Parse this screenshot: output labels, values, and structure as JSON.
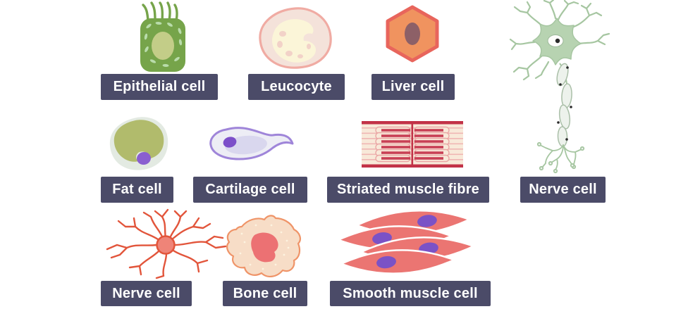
{
  "diagram": {
    "background": "#ffffff",
    "label_style": {
      "background": "#4b4b68",
      "text_color": "#ffffff"
    },
    "cells": [
      {
        "name": "epithelial-cell",
        "label": "Epithelial cell",
        "colors": {
          "body": "#76a44a",
          "nucleus": "#c3cd88",
          "spots": "#b9dcab"
        }
      },
      {
        "name": "leucocyte",
        "label": "Leucocyte",
        "colors": {
          "outline": "#f0aba3",
          "body": "#f4e2da",
          "nucleus": "#fbf5d8",
          "spots": "#f2d2c8"
        }
      },
      {
        "name": "liver-cell",
        "label": "Liver cell",
        "colors": {
          "outline": "#e8655c",
          "body": "#f0935f",
          "nucleus": "#8d6067"
        }
      },
      {
        "name": "nerve-cell-neuron",
        "label": "Nerve cell",
        "colors": {
          "branches": "#a6c6a1",
          "soma": "#b7d3b1",
          "myelin": "#edf2ec",
          "nucleus": "#fdfdfb",
          "dots": "#2a2a2a"
        }
      },
      {
        "name": "fat-cell",
        "label": "Fat cell",
        "colors": {
          "outer": "#e3eae2",
          "body": "#b1bb6c",
          "nucleus": "#8a5fd0"
        }
      },
      {
        "name": "cartilage-cell",
        "label": "Cartilage cell",
        "colors": {
          "outline": "#9f85d9",
          "body": "#ededf5",
          "inner": "#d9d7ee",
          "nucleus": "#7c4fc9"
        }
      },
      {
        "name": "striated-muscle-fibre",
        "label": "Striated muscle fibre",
        "colors": {
          "background": "#f8e9d9",
          "bands": "#c23247",
          "lines": "#efb6b4",
          "bars": "#c84055",
          "brackets": "#eaa6a4"
        }
      },
      {
        "name": "nerve-cell-star",
        "label": "Nerve cell",
        "colors": {
          "branches": "#e2553b",
          "body": "#ef8478"
        }
      },
      {
        "name": "bone-cell",
        "label": "Bone cell",
        "colors": {
          "outline": "#ef9468",
          "body": "#f7ddc7",
          "nucleus": "#ec7173",
          "speckles": "#fdf3e0"
        }
      },
      {
        "name": "smooth-muscle-cell",
        "label": "Smooth muscle cell",
        "colors": {
          "body": "#eb7572",
          "nucleus": "#7b52c6"
        }
      }
    ]
  }
}
